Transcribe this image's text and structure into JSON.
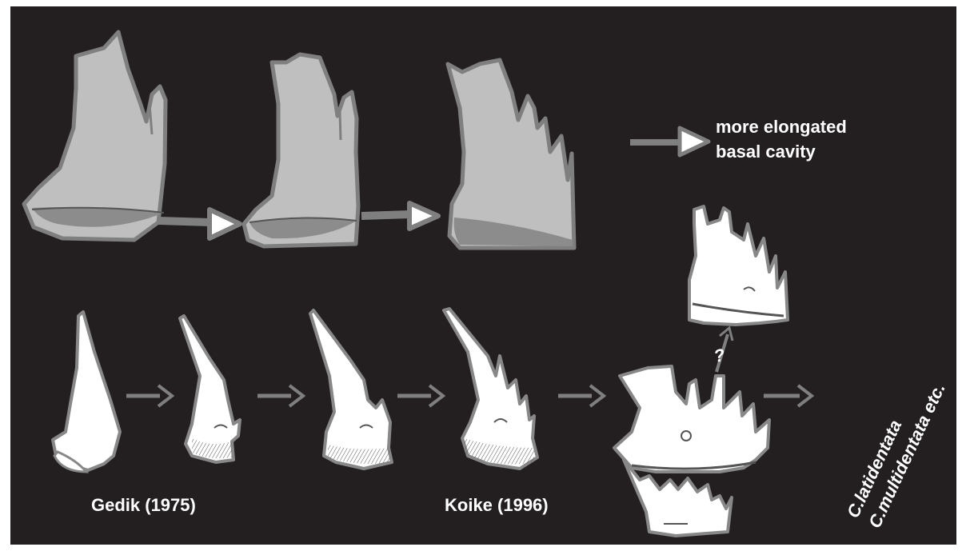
{
  "labels": {
    "elongated_line1": "more elongated",
    "elongated_line2": "basal cavity",
    "gedik": "Gedik (1975)",
    "koike": "Koike (1996)",
    "species_line1": "C.latidentata",
    "species_line2": "C.multidentata etc.",
    "question": "?"
  },
  "colors": {
    "background": "#231f20",
    "element_fill_top": "#bfbfbf",
    "element_outline_top": "#7f7f7f",
    "basal_cavity": "#8c8c8c",
    "element_fill_bottom": "#ffffff",
    "arrow": "#8c8c8c"
  }
}
